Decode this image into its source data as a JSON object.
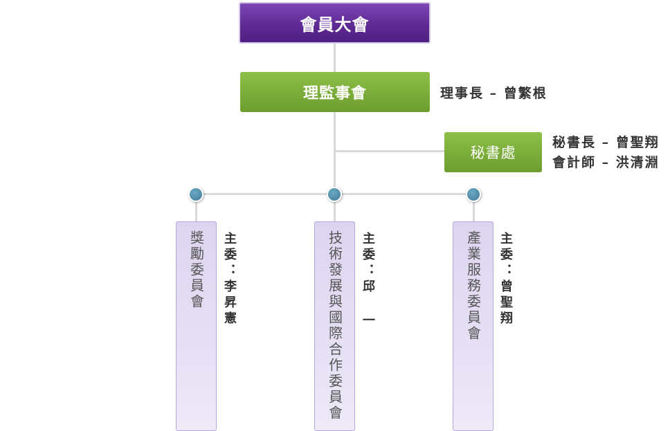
{
  "top": {
    "label": "會員大會"
  },
  "board": {
    "label": "理監事會",
    "note": "理事長 – 曾繁根"
  },
  "secretariat": {
    "label": "秘書處",
    "note1": "秘書長 – 曾聖翔",
    "note2": "會計師 – 洪清淵"
  },
  "committees": [
    {
      "label": "獎勵委員會",
      "chair": "主委：李昇憲"
    },
    {
      "label": "技術發展與國際合作委員會",
      "chair": "主委：邱  一"
    },
    {
      "label": "產業服務委員會",
      "chair": "主委：曾聖翔"
    }
  ],
  "colors": {
    "top": "#5f2a94",
    "mid": "#7aab37",
    "committee": "#e3ddf3",
    "dot": "#4e8aa6",
    "line": "#d9d9d9"
  }
}
